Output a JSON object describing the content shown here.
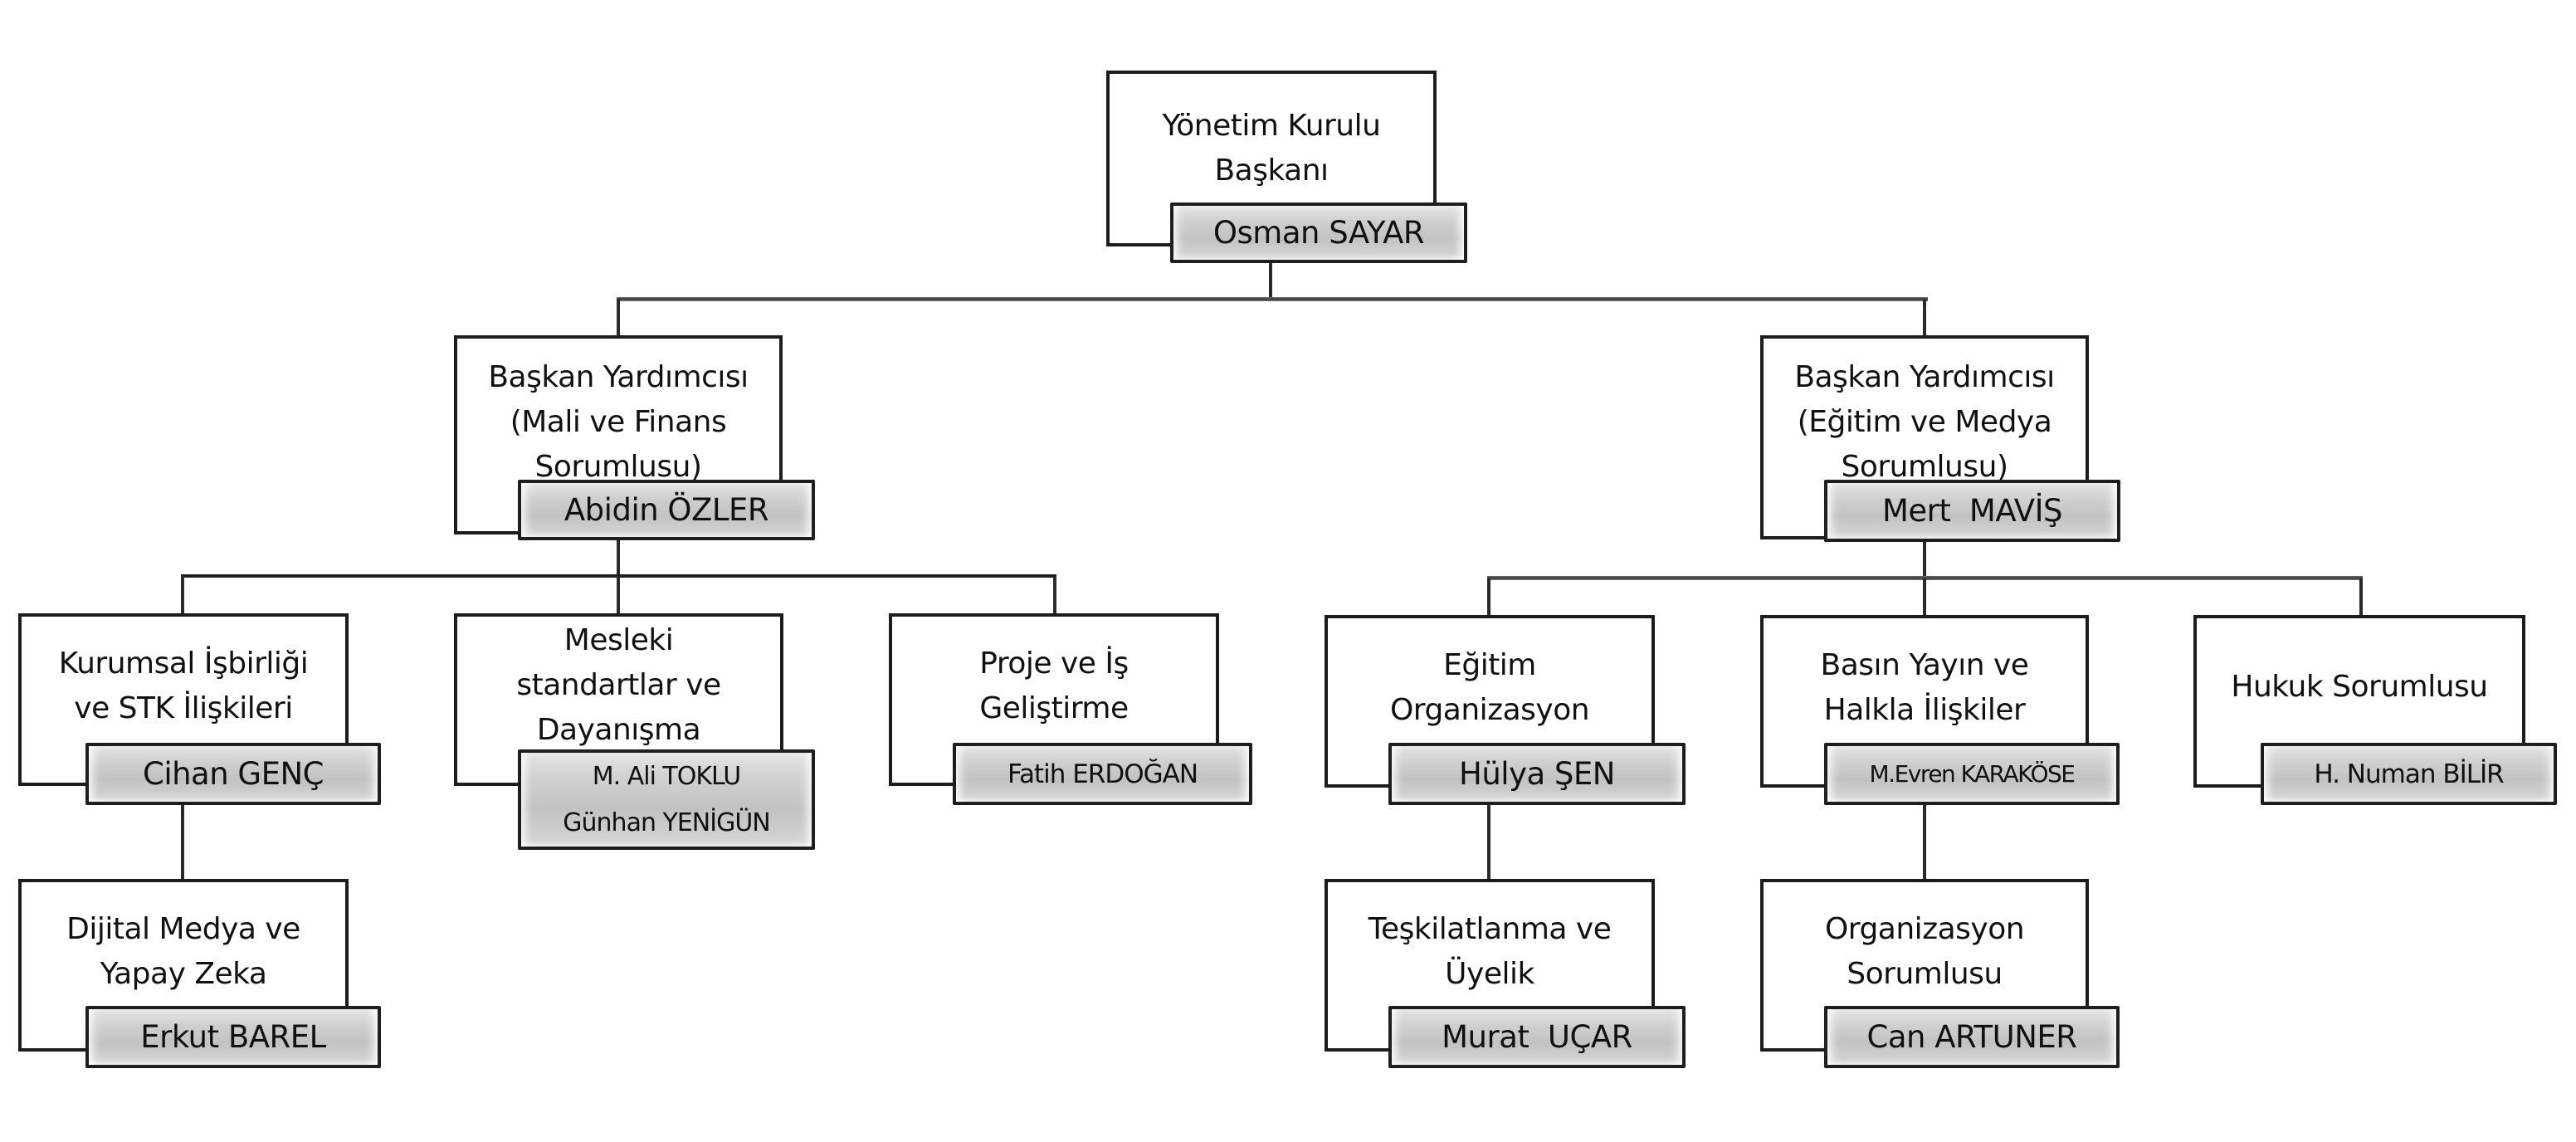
{
  "org_chart": {
    "root": {
      "role": "Yönetim Kurulu\nBaşkanı",
      "names": [
        "Osman SAYAR"
      ]
    },
    "vice_presidents": [
      {
        "role": "Başkan Yardımcısı\n(Mali ve Finans\nSorumlusu)",
        "names": [
          "Abidin ÖZLER"
        ],
        "units": [
          {
            "role": "Kurumsal İşbirliği\nve STK İlişkileri",
            "names": [
              "Cihan GENÇ"
            ],
            "sub": {
              "role": "Dijital Medya ve\nYapay Zeka",
              "names": [
                "Erkut BAREL"
              ]
            }
          },
          {
            "role": "Mesleki\nstandartlar ve\nDayanışma",
            "names": [
              "M. Ali TOKLU",
              "Günhan YENİGÜN"
            ]
          },
          {
            "role": "Proje ve İş\nGeliştirme",
            "names": [
              "Fatih ERDOĞAN"
            ]
          }
        ]
      },
      {
        "role": "Başkan Yardımcısı\n(Eğitim ve Medya\nSorumlusu)",
        "names": [
          "Mert  MAVİŞ"
        ],
        "units": [
          {
            "role": "Eğitim\nOrganizasyon",
            "names": [
              "Hülya ŞEN"
            ],
            "sub": {
              "role": "Teşkilatlanma ve\nÜyelik",
              "names": [
                "Murat  UÇAR"
              ]
            }
          },
          {
            "role": "Basın Yayın ve\nHalkla İlişkiler",
            "names": [
              "M.Evren KARAKÖSE"
            ],
            "sub": {
              "role": "Organizasyon\nSorumlusu",
              "names": [
                "Can ARTUNER"
              ]
            }
          },
          {
            "role": "Hukuk Sorumlusu",
            "names": [
              "H. Numan BİLİR"
            ]
          }
        ]
      }
    ]
  }
}
